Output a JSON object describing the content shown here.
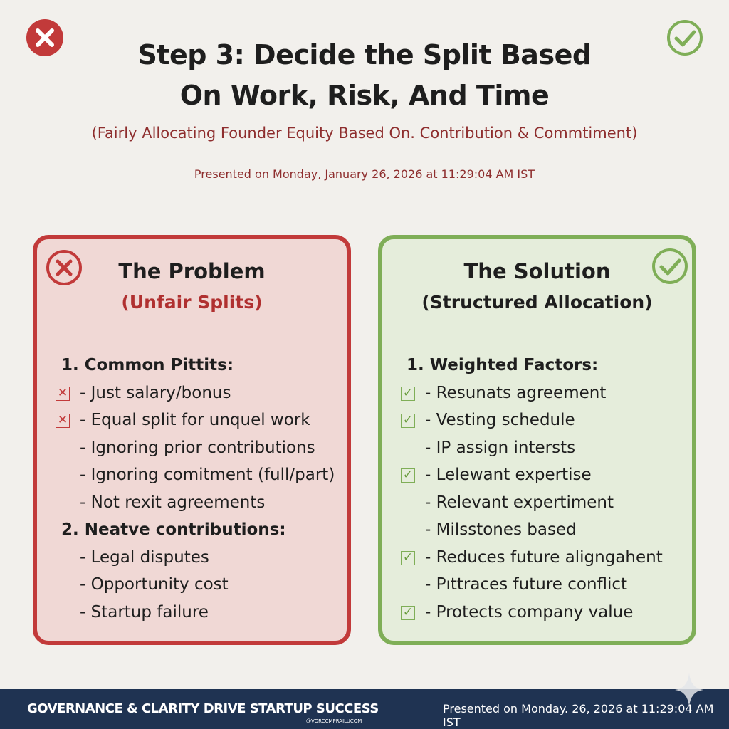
{
  "header": {
    "title_line1": "Step 3: Decide the Split Based",
    "title_line2": "On Work, Risk, And Time",
    "subtitle": "(Fairly Allocating Founder Equity Based On. Contribution & Commtiment)",
    "presented": "Presented on Monday, January 26, 2026 at 11:29:04 AM IST"
  },
  "colors": {
    "red": "#c23a3a",
    "green": "#7fae57",
    "navy": "#1f3352"
  },
  "problem": {
    "title": "The Problem",
    "subtitle": "(Unfair Splits)",
    "rows": [
      {
        "text": "1. Common Pittits:",
        "head": true,
        "mark": ""
      },
      {
        "text": "- Just salary/bonus",
        "mark": "x"
      },
      {
        "text": "- Equal split for unquel work",
        "mark": "x"
      },
      {
        "text": "- Ignoring prior contributions",
        "mark": ""
      },
      {
        "text": "- Ignoring comitment (full/part)",
        "mark": ""
      },
      {
        "text": "- Not  rexit agreements",
        "mark": ""
      },
      {
        "text": "2. Neatve contributions:",
        "head": true,
        "mark": ""
      },
      {
        "text": "- Legal disputes",
        "mark": ""
      },
      {
        "text": "- Opportunity cost",
        "mark": ""
      },
      {
        "text": "- Startup failure",
        "mark": ""
      }
    ]
  },
  "solution": {
    "title": "The Solution",
    "subtitle": "(Structured Allocation)",
    "rows": [
      {
        "text": "1. Weighted Factors:",
        "head": true,
        "mark": ""
      },
      {
        "text": "- Resunats agreement",
        "mark": "v"
      },
      {
        "text": "- Vesting schedule",
        "mark": "v"
      },
      {
        "text": "- IP assign intersts",
        "mark": ""
      },
      {
        "text": "- Lelewant expertise",
        "mark": "v"
      },
      {
        "text": "- Relevant expertiment",
        "mark": ""
      },
      {
        "text": "- Milsstones based",
        "mark": ""
      },
      {
        "text": "- Reduces future aligngahent",
        "mark": "v"
      },
      {
        "text": "- Pıttraces future conflict",
        "mark": ""
      },
      {
        "text": "- Protects company value",
        "mark": "v"
      }
    ]
  },
  "footer": {
    "tagline": "GOVERNANCE & CLARITY DRIVE STARTUP SUCCESS",
    "handle": "@VORCCMPRAILUCOM",
    "presented": "Presented on Monday. 26, 2026 at 11:29:04 AM IST"
  }
}
